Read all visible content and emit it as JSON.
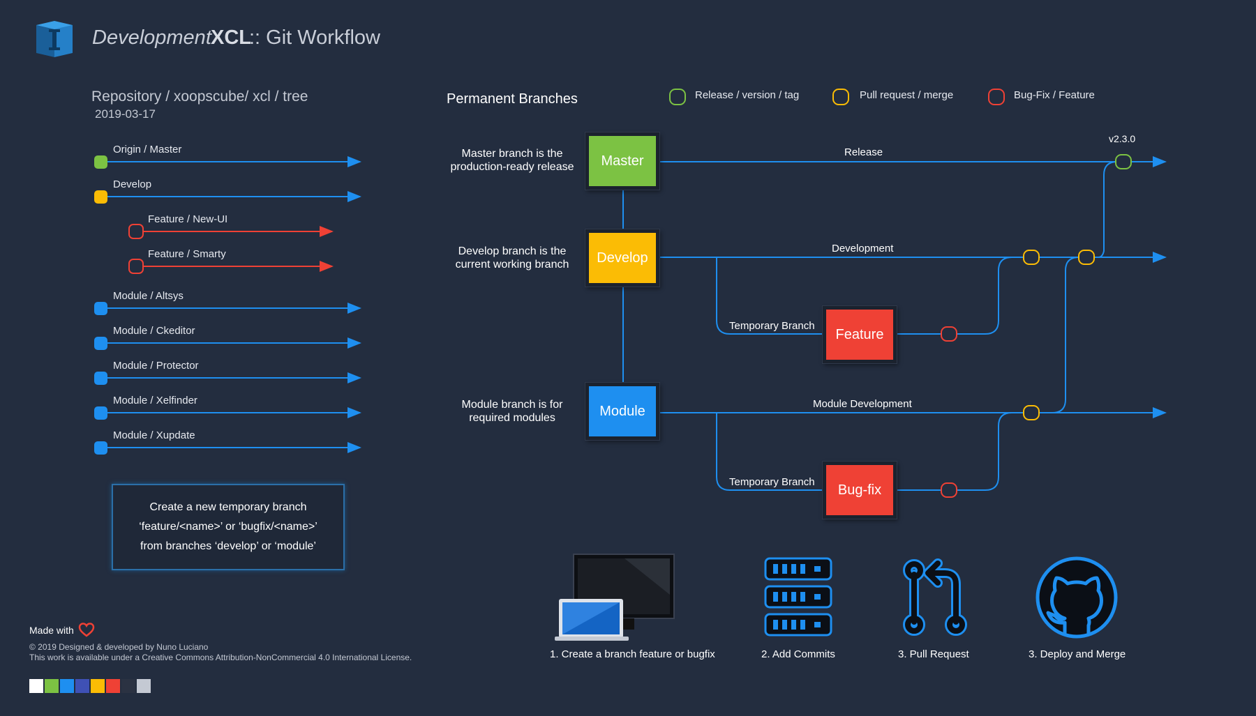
{
  "header": {
    "subtitle": "Development",
    "brand": "XCL",
    "title": ":: Git Workflow"
  },
  "repository": {
    "path": "Repository / xoopscube/ xcl / tree",
    "date": "2019-03-17"
  },
  "branches": [
    {
      "label": "Origin / Master",
      "color": "#7cc243"
    },
    {
      "label": "Develop",
      "color": "#fbbc05"
    },
    {
      "label": "Feature / New-UI",
      "color": "#ef4135"
    },
    {
      "label": "Feature / Smarty",
      "color": "#ef4135"
    },
    {
      "label": "Module / Altsys",
      "color": "#1e8ff0"
    },
    {
      "label": "Module / Ckeditor",
      "color": "#1e8ff0"
    },
    {
      "label": "Module / Protector",
      "color": "#1e8ff0"
    },
    {
      "label": "Module / Xelfinder",
      "color": "#1e8ff0"
    },
    {
      "label": "Module / Xupdate",
      "color": "#1e8ff0"
    }
  ],
  "info_box": {
    "line1": "Create a new temporary branch",
    "line2": "‘feature/<name>’  or  ‘bugfix/<name>’",
    "line3": "from branches ‘develop’ or ‘module’"
  },
  "diagram": {
    "section_title": "Permanent Branches",
    "legend": [
      {
        "label": "Release / version / tag",
        "color": "#7cc243"
      },
      {
        "label": "Pull request / merge",
        "color": "#fbbc05"
      },
      {
        "label": "Bug-Fix / Feature",
        "color": "#ef4135"
      }
    ],
    "descriptions": {
      "master": [
        "Master branch is the",
        "production-ready release"
      ],
      "develop": [
        "Develop branch is the",
        "current working branch"
      ],
      "module": [
        "Module branch is for",
        "required modules"
      ]
    },
    "nodes": {
      "master": {
        "label": "Master",
        "color": "#7cc243"
      },
      "develop": {
        "label": "Develop",
        "color": "#fbbc05"
      },
      "module": {
        "label": "Module",
        "color": "#1e8ff0"
      },
      "feature": {
        "label": "Feature",
        "color": "#ef4135"
      },
      "bugfix": {
        "label": "Bug-fix",
        "color": "#ef4135"
      }
    },
    "line_labels": {
      "release": "Release",
      "version": "v2.3.0",
      "development": "Development",
      "temporary_feature": "Temporary Branch",
      "module_development": "Module Development",
      "temporary_bugfix": "Temporary Branch"
    },
    "line_color": "#1e8ff0"
  },
  "steps": [
    {
      "label": "1. Create a branch feature or bugfix",
      "icon": "computer-icon"
    },
    {
      "label": "2. Add Commits",
      "icon": "server-icon"
    },
    {
      "label": "3. Pull Request",
      "icon": "pull-request-icon"
    },
    {
      "label": "3. Deploy and Merge",
      "icon": "github-icon"
    }
  ],
  "footer": {
    "made_with": "Made with",
    "copyright": "© 2019 Designed & developed by Nuno Luciano",
    "license": "This work is available under a Creative Commons Attribution-NonCommercial 4.0 International License."
  },
  "palette": [
    "#ffffff",
    "#7cc243",
    "#1e8ff0",
    "#3f51b5",
    "#fbbc05",
    "#ef4135",
    "#2b3242",
    "#c4c9d3"
  ]
}
